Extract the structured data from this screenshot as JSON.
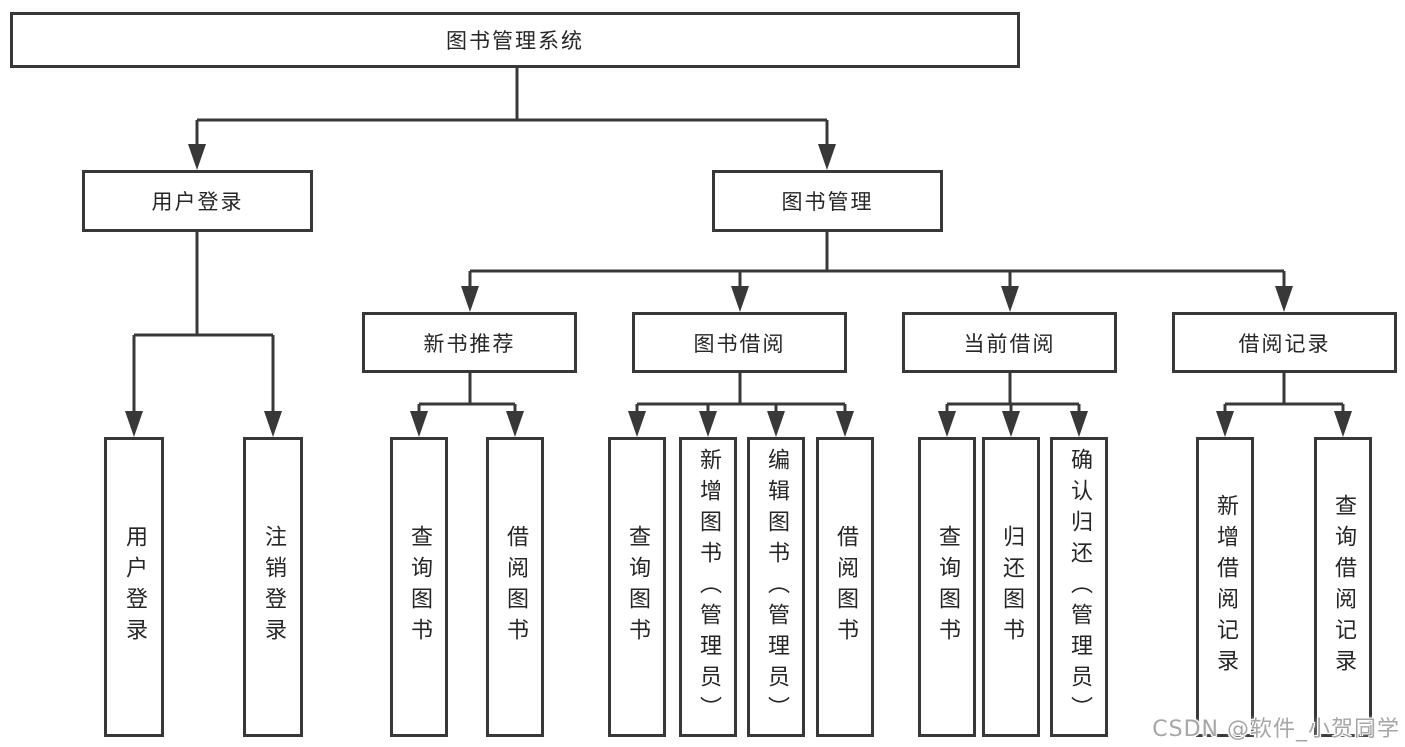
{
  "colors": {
    "line": "#383838",
    "box_border": "#383838",
    "box_background": "#ffffff",
    "text": "#262626",
    "page_background": "#ffffff",
    "watermark_text": "#a6a6a6"
  },
  "watermark": {
    "text": "CSDN @软件_小贺同学"
  },
  "tree": {
    "label": "图书管理系统",
    "children": [
      {
        "label": "用户登录",
        "children": [
          {
            "label": "用户登录"
          },
          {
            "label": "注销登录"
          }
        ]
      },
      {
        "label": "图书管理",
        "children": [
          {
            "label": "新书推荐",
            "children": [
              {
                "label": "查询图书"
              },
              {
                "label": "借阅图书"
              }
            ]
          },
          {
            "label": "图书借阅",
            "children": [
              {
                "label": "查询图书"
              },
              {
                "label": "新增图书（管理员）"
              },
              {
                "label": "编辑图书（管理员）"
              },
              {
                "label": "借阅图书"
              }
            ]
          },
          {
            "label": "当前借阅",
            "children": [
              {
                "label": "查询图书"
              },
              {
                "label": "归还图书"
              },
              {
                "label": "确认归还（管理员）"
              }
            ]
          },
          {
            "label": "借阅记录",
            "children": [
              {
                "label": "新增借阅记录"
              },
              {
                "label": "查询借阅记录"
              }
            ]
          }
        ]
      }
    ]
  }
}
